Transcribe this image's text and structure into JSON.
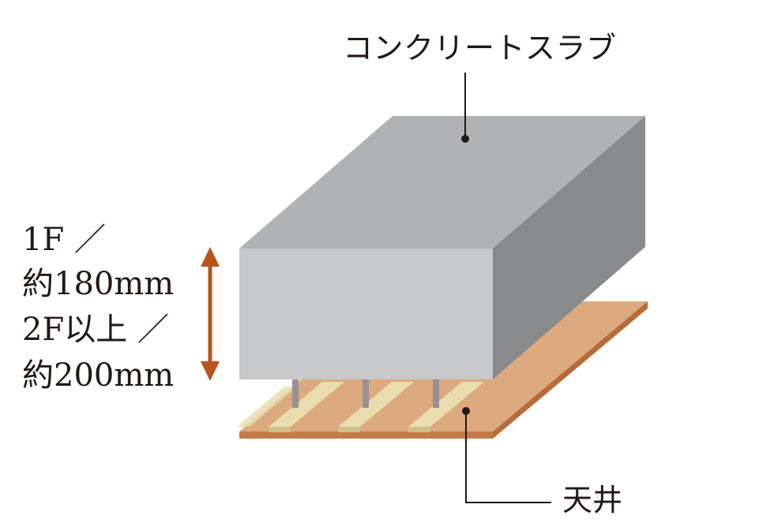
{
  "labels": {
    "slab": "コンクリートスラブ",
    "ceiling": "天井"
  },
  "thickness": {
    "line1": "1F ／",
    "line2": "約180mm",
    "line3": "2F以上 ／",
    "line4": "約200mm"
  },
  "colors": {
    "slab_top": "#b1b2b3",
    "slab_front": "#c8c9ca",
    "slab_side": "#898a8b",
    "ceiling_top": "#dda97e",
    "ceiling_edge": "#c67b45",
    "joist": "#e9dcaf",
    "bolt": "#9a8f95",
    "arrow": "#b6541c",
    "leader": "#231815"
  }
}
